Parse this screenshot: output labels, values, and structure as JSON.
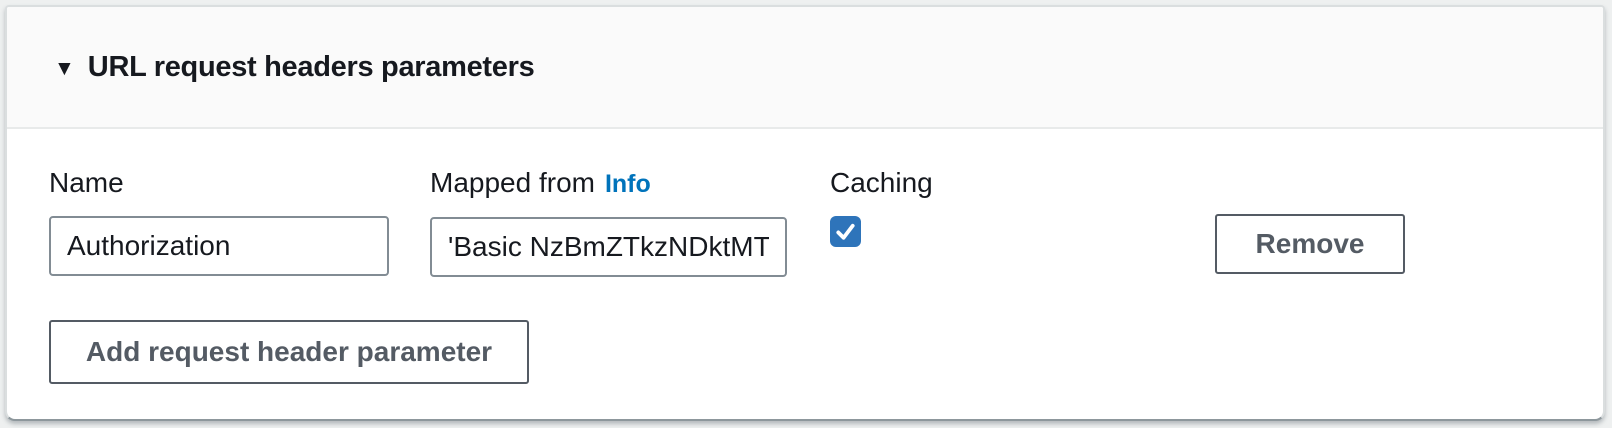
{
  "section": {
    "title": "URL request headers parameters",
    "caret_icon": "▼",
    "expanded": true
  },
  "form": {
    "name_label": "Name",
    "name_value": "Authorization",
    "mapped_label": "Mapped from",
    "info_link": "Info",
    "mapped_value": "'Basic NzBmZTkzNDktMT",
    "caching_label": "Caching",
    "caching_checked": true,
    "remove_label": "Remove",
    "add_label": "Add request header parameter"
  },
  "colors": {
    "text_dark": "#16191f",
    "link_blue": "#0073bb",
    "button_gray": "#545b64",
    "checkbox_blue": "#2e74ba"
  }
}
